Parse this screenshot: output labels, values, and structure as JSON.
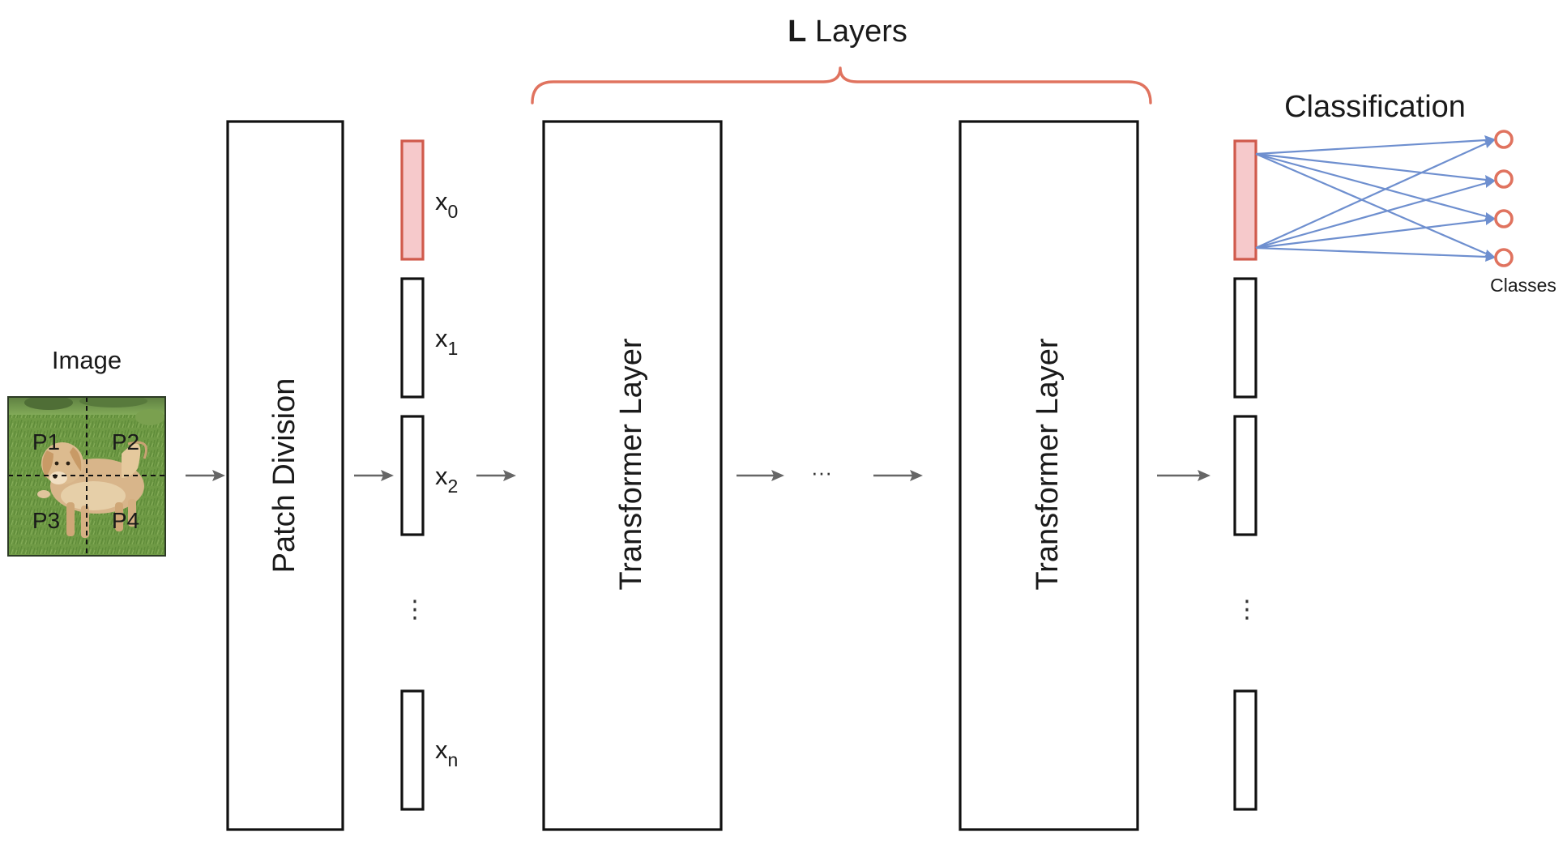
{
  "title": {
    "bold": "L",
    "rest": " Layers"
  },
  "image_label": "Image",
  "patches": [
    "P1",
    "P2",
    "P3",
    "P4"
  ],
  "patch_division_label": "Patch Division",
  "tokens": [
    {
      "base": "x",
      "sub": "0"
    },
    {
      "base": "x",
      "sub": "1"
    },
    {
      "base": "x",
      "sub": "2"
    },
    {
      "base": "x",
      "sub": "n"
    }
  ],
  "transformer_labels": [
    "Transformer Layer",
    "Transformer Layer"
  ],
  "between_layers_ellipsis": "···",
  "vertical_ellipsis": "⋮",
  "classification_label": "Classification",
  "classes_label": "Classes",
  "colors": {
    "accent_red": "#e0735f",
    "cls_fill": "#f6c9cb",
    "fc_blue": "#6e8fcf",
    "flow_gray": "#666666",
    "box_stroke": "#111111",
    "grass_green": "#6f9a45",
    "dog_tan": "#d8b58a"
  },
  "icons": {
    "flow_arrow": "right-arrow-icon",
    "class_node": "circle-node-icon",
    "brace": "curly-brace-icon"
  }
}
